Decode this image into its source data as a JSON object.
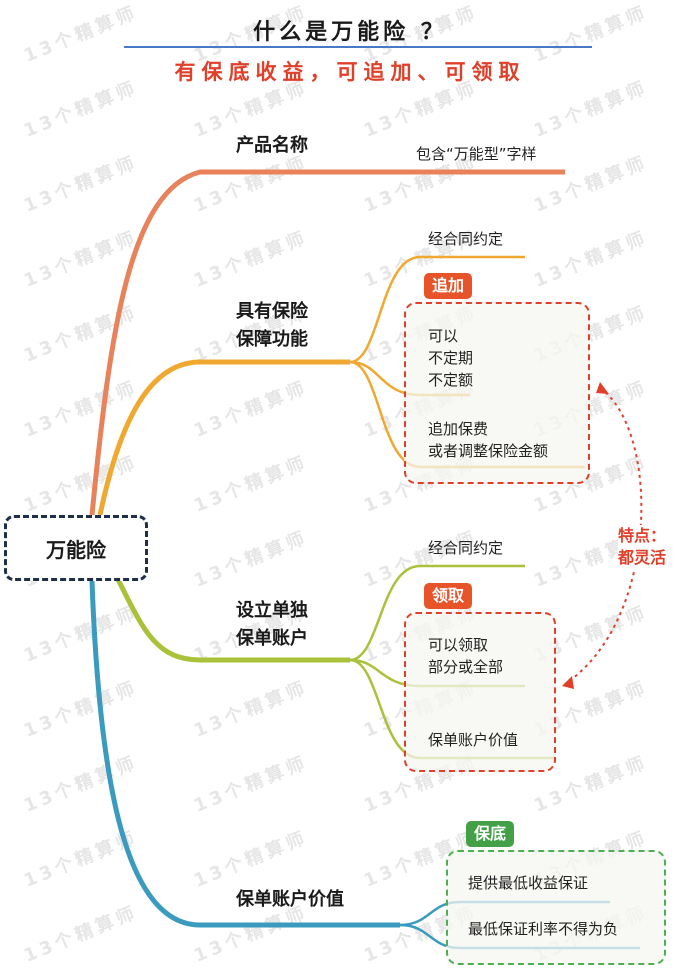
{
  "title": "什么是万能险 ？",
  "subtitle": "有保底收益，可追加、可领取",
  "watermark": "13个精算师",
  "root": {
    "label": "万能险"
  },
  "branches": [
    {
      "label": "产品名称",
      "color": "#e8825a",
      "leaves": [
        "包含“万能型”字样"
      ]
    },
    {
      "label_line1": "具有保险",
      "label_line2": "保障功能",
      "color": "#f0a830",
      "leaves": [
        "经合同约定"
      ],
      "tag": "追加",
      "box_leaves": [
        [
          "可以",
          "不定期",
          "不定额"
        ],
        [
          "追加保费",
          "或者调整保险金额"
        ]
      ]
    },
    {
      "label_line1": "设立单独",
      "label_line2": "保单账户",
      "color": "#a9c23a",
      "leaves": [
        "经合同约定"
      ],
      "tag": "领取",
      "box_leaves": [
        [
          "可以领取",
          "部分或全部"
        ],
        [
          "保单账户价值"
        ]
      ]
    },
    {
      "label": "保单账户价值",
      "color": "#3a9bbf",
      "tag": "保底",
      "box_leaves": [
        "提供最低收益保证",
        "最低保证利率不得为负"
      ]
    }
  ],
  "feature_note": {
    "line1": "特点：",
    "line2": "都灵活"
  },
  "colors": {
    "red": "#e0402a",
    "green": "#4caf50",
    "orange_tag": "#e8542a",
    "green_tag": "#43a047"
  }
}
